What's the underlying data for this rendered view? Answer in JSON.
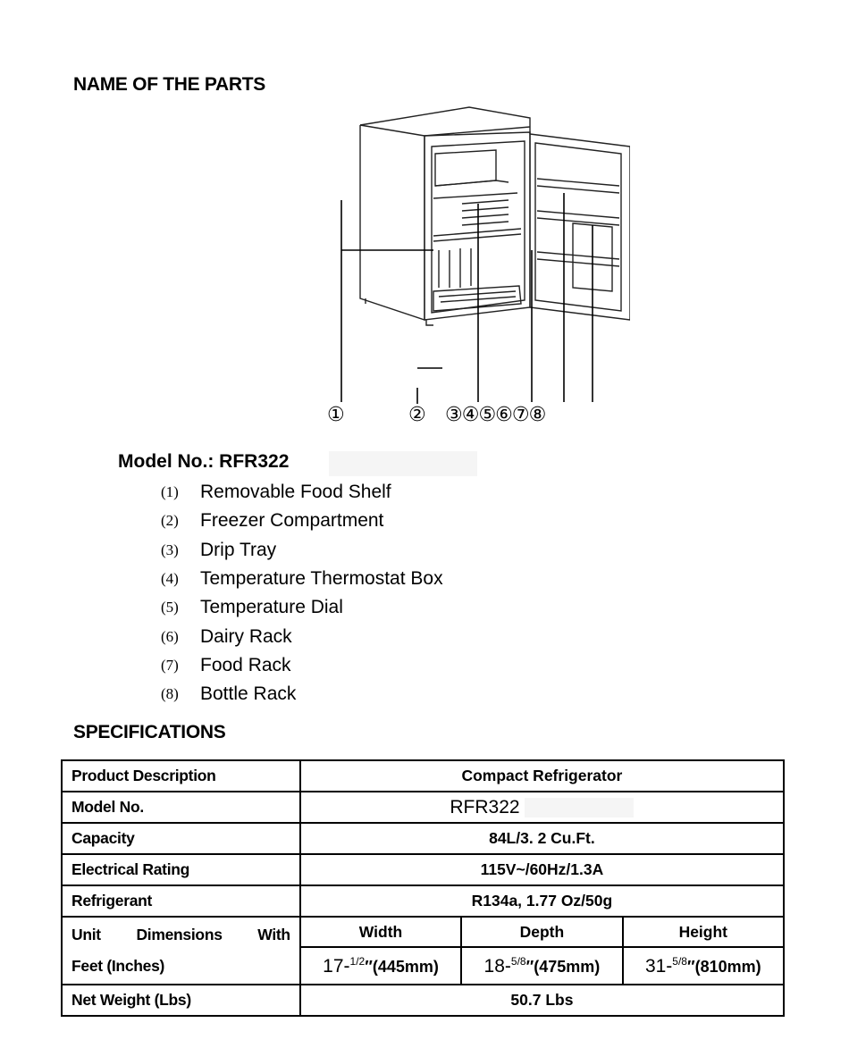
{
  "headings": {
    "parts": "NAME OF THE PARTS",
    "specifications": "SPECIFICATIONS"
  },
  "diagram": {
    "callouts": [
      "①",
      "②",
      "③④⑤⑥⑦⑧"
    ]
  },
  "model_line": {
    "label": "Model No.:",
    "value": "RFR322"
  },
  "parts": [
    {
      "num": "(1)",
      "name": "Removable Food Shelf"
    },
    {
      "num": "(2)",
      "name": "Freezer Compartment"
    },
    {
      "num": "(3)",
      "name": "Drip Tray"
    },
    {
      "num": "(4)",
      "name": "Temperature Thermostat Box"
    },
    {
      "num": "(5)",
      "name": "Temperature Dial"
    },
    {
      "num": "(6)",
      "name": "Dairy Rack"
    },
    {
      "num": "(7)",
      "name": "Food Rack"
    },
    {
      "num": "(8)",
      "name": "Bottle Rack"
    }
  ],
  "spec": {
    "product_description": {
      "label": "Product Description",
      "value": "Compact Refrigerator"
    },
    "model_no": {
      "label": "Model No.",
      "value": "RFR322"
    },
    "capacity": {
      "label": "Capacity",
      "value": "84L/3. 2 Cu.Ft."
    },
    "electrical": {
      "label": "Electrical Rating",
      "value": "115V~/60Hz/1.3A"
    },
    "refrigerant": {
      "label": "Refrigerant",
      "value": "R134a, 1.77 Oz/50g"
    },
    "dimensions": {
      "label_words": [
        "Unit",
        "Dimensions",
        "With"
      ],
      "label_line2": "Feet (Inches)",
      "headers": [
        "Width",
        "Depth",
        "Height"
      ],
      "width": {
        "whole": "17-",
        "frac": "1/2",
        "metric": "″(445mm)"
      },
      "depth": {
        "whole": "18-",
        "frac": "5/8",
        "metric": "″(475mm)"
      },
      "height": {
        "whole": "31-",
        "frac": "5/8",
        "metric": "″(810mm)"
      }
    },
    "net_weight": {
      "label": "Net Weight (Lbs)",
      "value": "50.7 Lbs"
    }
  }
}
